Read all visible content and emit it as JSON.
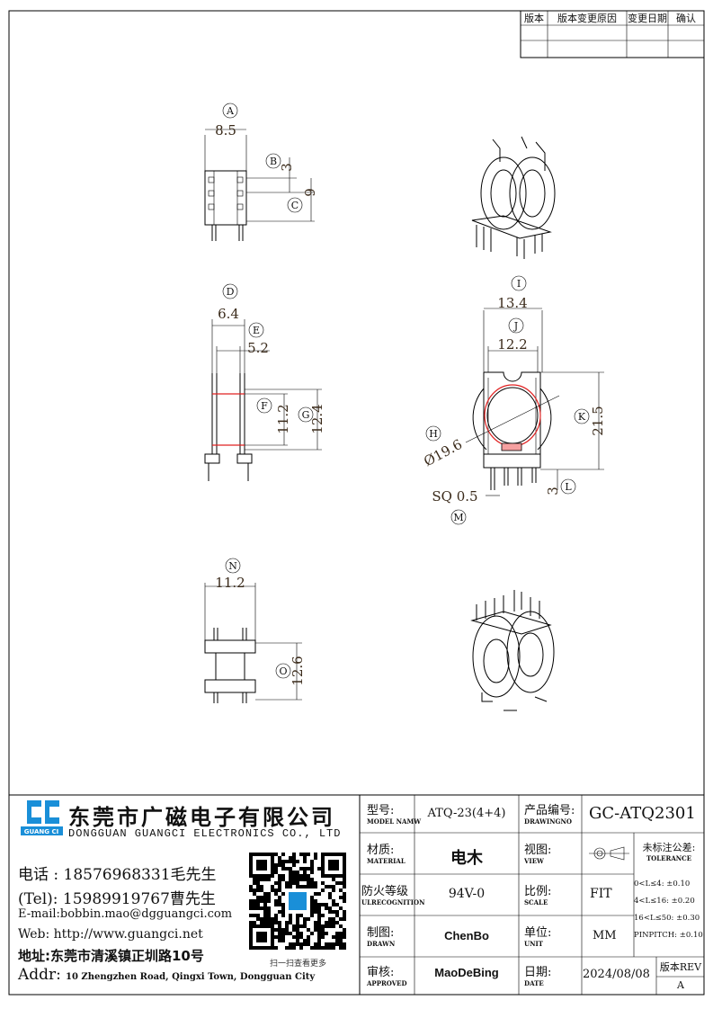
{
  "revision_table": {
    "headers": [
      "版本",
      "版本变更原因",
      "变更日期",
      "确认"
    ]
  },
  "dimensions": [
    {
      "label": "A",
      "value": "8.5"
    },
    {
      "label": "B",
      "value": "3"
    },
    {
      "label": "C",
      "value": "9"
    },
    {
      "label": "D",
      "value": "6.4"
    },
    {
      "label": "E",
      "value": "5.2"
    },
    {
      "label": "F",
      "value": "11.2"
    },
    {
      "label": "G",
      "value": "12.4"
    },
    {
      "label": "H",
      "value": "Ø19.6"
    },
    {
      "label": "I",
      "value": "13.4"
    },
    {
      "label": "J",
      "value": "12.2"
    },
    {
      "label": "K",
      "value": "21.5"
    },
    {
      "label": "L",
      "value": "3"
    },
    {
      "label": "M",
      "value": "SQ 0.5"
    },
    {
      "label": "N",
      "value": "11.2"
    },
    {
      "label": "O",
      "value": "12.6"
    }
  ],
  "company": {
    "logo_text": "GUANG CI",
    "name_cn": "东莞市广磁电子有限公司",
    "name_en": "DONGGUAN GUANGCI ELECTRONICS CO., LTD",
    "tel1": "电话 : 18576968331毛先生",
    "tel2": "(Tel): 15989919767曹先生",
    "email": "E-mail:bobbin.mao@dgguangci.com",
    "web": "Web: http://www.guangci.net",
    "addr_cn": "地址:东莞市清溪镇正圳路10号",
    "addr_label": "Addr:",
    "addr_en": "10 Zhengzhen Road, Qingxi Town, Dongguan City",
    "qr_caption": "扫一扫查看更多"
  },
  "title_block": {
    "model_cn": "型号:",
    "model_en": "MODEL NAMW",
    "model": "ATQ-23(4+4)",
    "drawingno_cn": "产品编号:",
    "drawingno_en": "DRAWINGNO",
    "drawingno": "GC-ATQ2301",
    "material_cn": "材质:",
    "material_en": "MATERIAL",
    "material": "电木",
    "view_cn": "视图:",
    "view_en": "VIEW",
    "tolerance_cn": "未标注公差:",
    "tolerance_en": "TOLERANCE",
    "tolerances": [
      "0<L≤4: ±0.10",
      "4<L≤16: ±0.20",
      "16<L≤50: ±0.30",
      "PINPITCH: ±0.10"
    ],
    "ul_cn": "防火等级",
    "ul_en": "ULRECOGNITION",
    "ul": "94V-0",
    "scale_cn": "比例:",
    "scale_en": "SCALE",
    "scale": "FIT",
    "drawn_cn": "制图:",
    "drawn_en": "DRAWN",
    "drawn": "ChenBo",
    "unit_cn": "单位:",
    "unit_en": "UNIT",
    "unit": "MM",
    "approved_cn": "审核:",
    "approved_en": "APPROVED",
    "approved": "MaoDeBing",
    "date_cn": "日期:",
    "date_en": "DATE",
    "date": "2024/08/08",
    "rev_label": "版本REV",
    "rev": "A"
  }
}
